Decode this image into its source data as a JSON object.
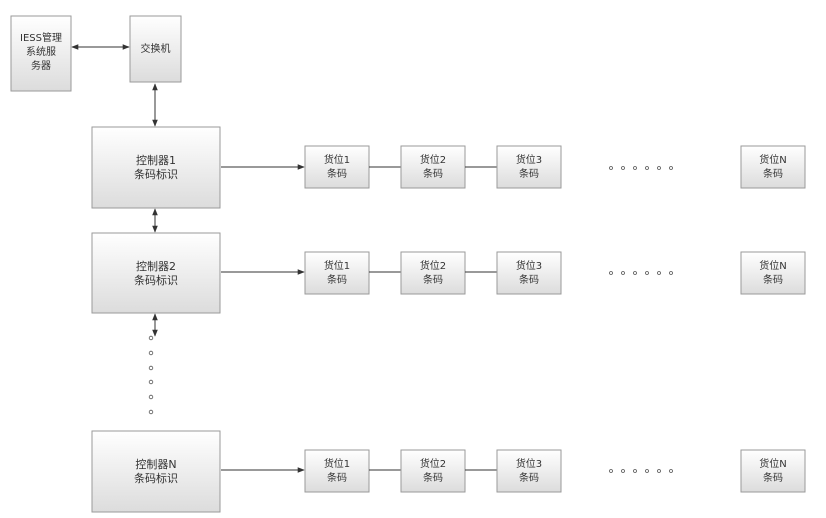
{
  "server": {
    "line1": "IESS管理",
    "line2": "系统服",
    "line3": "务器"
  },
  "switch": {
    "label": "交换机"
  },
  "rows": [
    {
      "controller_line1": "控制器1",
      "controller_line2": "条码标识",
      "slots": [
        {
          "line1": "货位1",
          "line2": "条码"
        },
        {
          "line1": "货位2",
          "line2": "条码"
        },
        {
          "line1": "货位3",
          "line2": "条码"
        }
      ],
      "last_slot": {
        "line1": "货位N",
        "line2": "条码"
      }
    },
    {
      "controller_line1": "控制器2",
      "controller_line2": "条码标识",
      "slots": [
        {
          "line1": "货位1",
          "line2": "条码"
        },
        {
          "line1": "货位2",
          "line2": "条码"
        },
        {
          "line1": "货位3",
          "line2": "条码"
        }
      ],
      "last_slot": {
        "line1": "货位N",
        "line2": "条码"
      }
    },
    {
      "controller_line1": "控制器N",
      "controller_line2": "条码标识",
      "slots": [
        {
          "line1": "货位1",
          "line2": "条码"
        },
        {
          "line1": "货位2",
          "line2": "条码"
        },
        {
          "line1": "货位3",
          "line2": "条码"
        }
      ],
      "last_slot": {
        "line1": "货位N",
        "line2": "条码"
      }
    }
  ],
  "colors": {
    "box_top": "#ffffff",
    "box_bottom": "#dcdcdc",
    "stroke": "#9a9a9a",
    "line": "#333333"
  }
}
